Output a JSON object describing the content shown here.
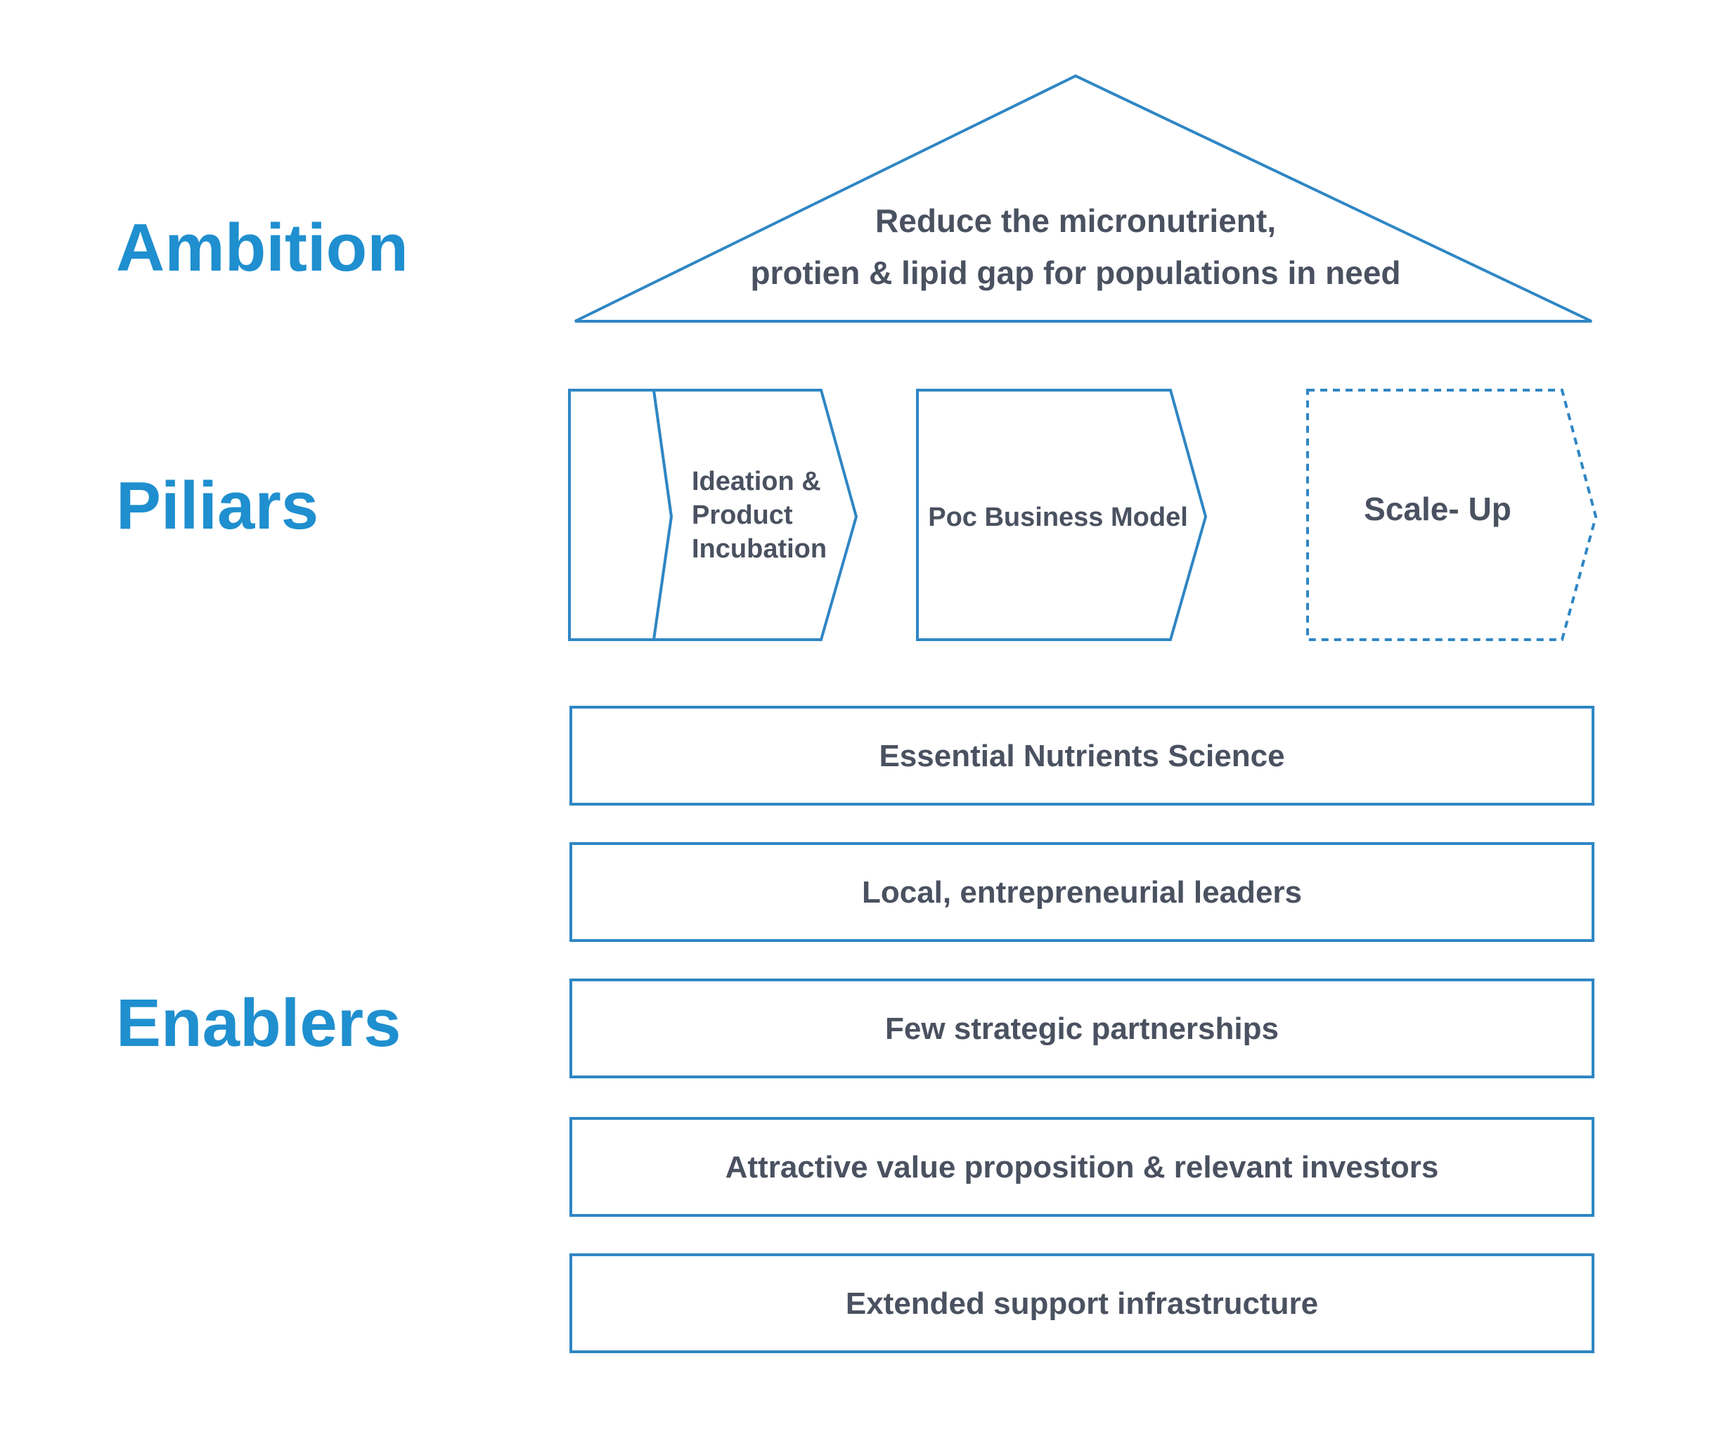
{
  "sections": {
    "ambition": "Ambition",
    "pillars": "Piliars",
    "enablers": "Enablers"
  },
  "ambition": {
    "line1": "Reduce the micronutrient,",
    "line2": "protien & lipid gap for populations in need"
  },
  "pillars": [
    {
      "lines": [
        "Ideation &",
        "Product",
        "Incubation"
      ],
      "status": "active"
    },
    {
      "lines": [
        "Poc Business Model"
      ],
      "status": "active"
    },
    {
      "lines": [
        "Scale- Up"
      ],
      "status": "planned"
    }
  ],
  "enablers": [
    "Essential Nutrients Science",
    "Local, entrepreneurial leaders",
    "Few strategic partnerships",
    "Attractive value proposition & relevant investors",
    "Extended support infrastructure"
  ],
  "colors": {
    "accent": "#1f8fcf",
    "stroke": "#2f86c4",
    "text": "#4a5160"
  }
}
